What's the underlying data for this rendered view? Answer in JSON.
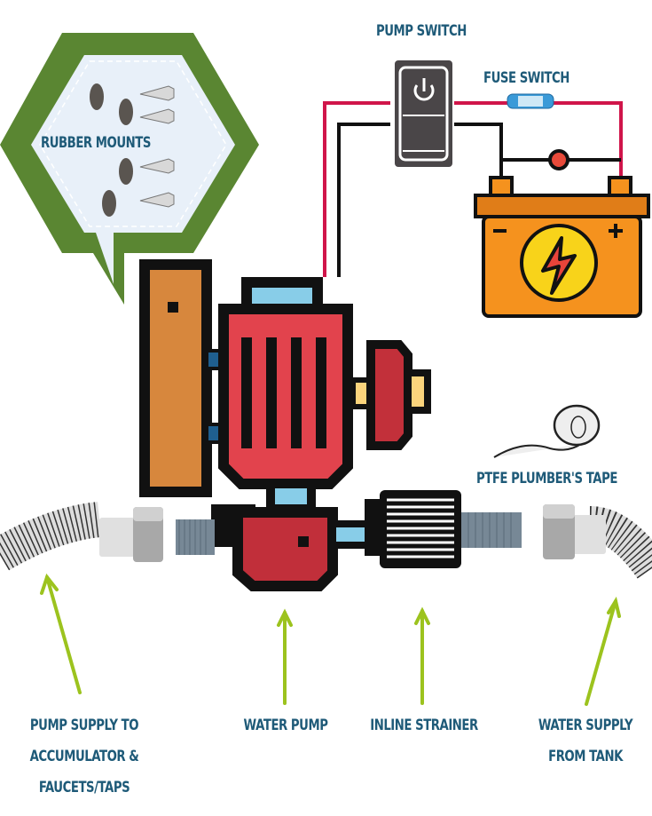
{
  "diagram": {
    "title": "Water pump installation diagram",
    "labels": {
      "pump_switch": "PUMP SWITCH",
      "fuse_switch": "FUSE SWITCH",
      "rubber_mounts": "RUBBER MOUNTS",
      "ptfe_tape": "PTFE PLUMBER'S TAPE",
      "pump_supply": [
        "PUMP SUPPLY TO",
        "ACCUMULATOR &",
        "FAUCETS/TAPS"
      ],
      "water_pump": "WATER PUMP",
      "inline_strainer": "INLINE STRAINER",
      "water_supply": [
        "WATER SUPPLY",
        "FROM TANK"
      ]
    },
    "battery": {
      "negative_symbol": "−",
      "positive_symbol": "+"
    },
    "colors": {
      "label_text": "#1e5a78",
      "arrow": "#9cc31e",
      "callout_border": "#5a8632",
      "wire_positive": "#d0154a",
      "wire_negative": "#111111",
      "pump_body": "#e2434d",
      "battery": "#f5921e"
    }
  }
}
